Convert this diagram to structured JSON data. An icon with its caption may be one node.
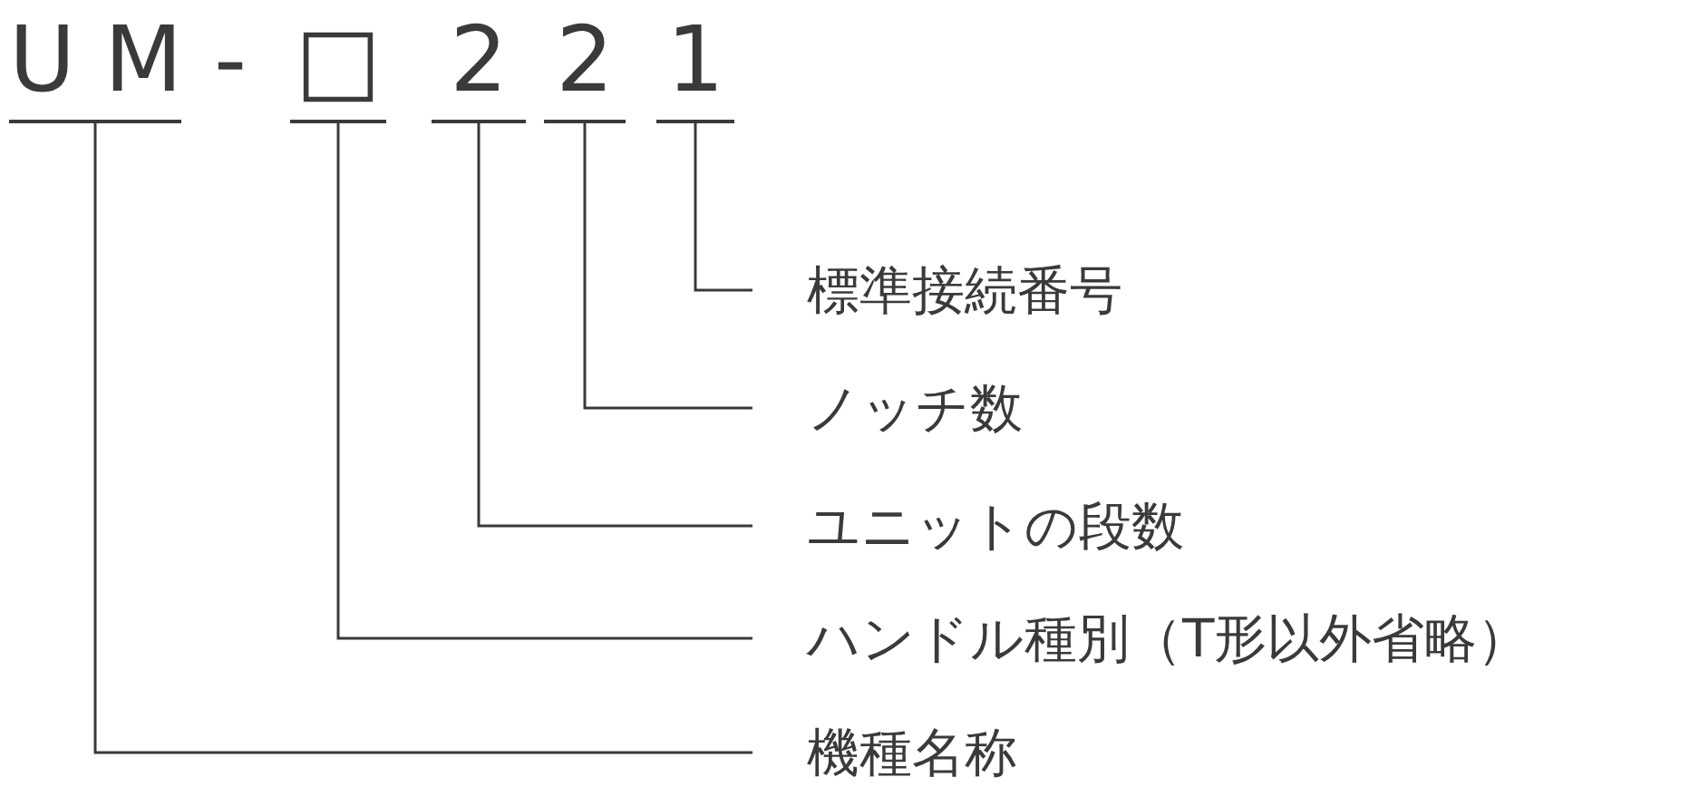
{
  "diagram": {
    "nodes": [
      {
        "text": [
          "U M"
        ]
      },
      {
        "text": [
          "□"
        ]
      },
      {
        "text": [
          "2"
        ]
      },
      {
        "text": [
          "2"
        ]
      },
      {
        "text": [
          "1"
        ]
      },
      {
        "text": [
          "標準接続番号"
        ]
      },
      {
        "text": [
          "ノッチ数"
        ]
      },
      {
        "text": [
          "ユニットの段数"
        ]
      },
      {
        "text": [
          "ハンドル種別（T形以外省略）"
        ]
      },
      {
        "text": [
          "機種名称"
        ]
      }
    ],
    "edges": [
      {
        "from": 4,
        "to": 5,
        "arrow": "none"
      },
      {
        "from": 3,
        "to": 6,
        "arrow": "none"
      },
      {
        "from": 2,
        "to": 7,
        "arrow": "none"
      },
      {
        "from": 1,
        "to": 8,
        "arrow": "none"
      },
      {
        "from": 0,
        "to": 9,
        "arrow": "none"
      }
    ],
    "labels": [
      "-"
    ]
  }
}
